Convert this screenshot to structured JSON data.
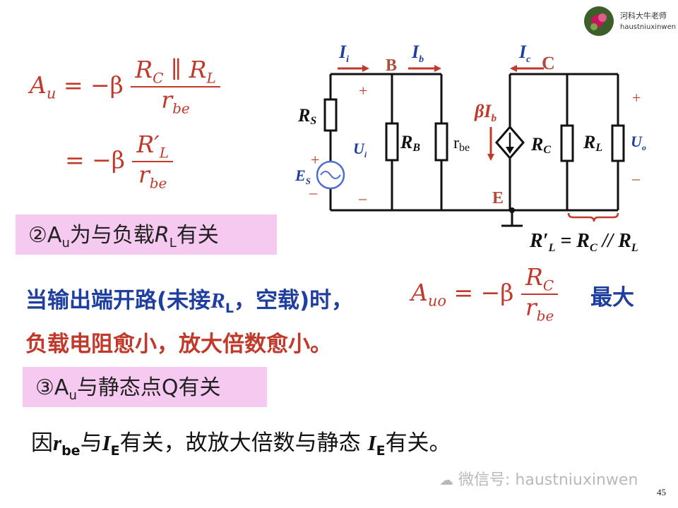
{
  "logo": {
    "line1": "河科大牛老师",
    "line2": "haustniuxinwen"
  },
  "formula1": {
    "lhs": "A",
    "lhs_sub": "u",
    "eq": " = −β ",
    "num": "R",
    "num_sub1": "C",
    "num_mid": " ∥ R",
    "num_sub2": "L",
    "den": "r",
    "den_sub": "be"
  },
  "formula2": {
    "eq": "= −β ",
    "num": "R′",
    "num_sub": "L",
    "den": "r",
    "den_sub": "be"
  },
  "box2": {
    "circled": "②",
    "a": "A",
    "a_sub": "u",
    "text1": "为与负载",
    "r": "R",
    "r_sub": "L",
    "text2": "有关"
  },
  "open_circuit": {
    "text1": "当输出端开路(未接",
    "r": "R",
    "r_sub": "L",
    "text2": "，空载)时，",
    "lhs": "A",
    "lhs_sub": "uo",
    "eq": " = −β ",
    "num": "R",
    "num_sub": "C",
    "den": "r",
    "den_sub": "be",
    "suffix": "最大"
  },
  "load_sentence": "负载电阻愈小，放大倍数愈小。",
  "box3": {
    "circled": "③",
    "a": "A",
    "a_sub": "u",
    "text": "与静态点Q有关"
  },
  "final": {
    "t1": "因",
    "r": "r",
    "r_sub": "be",
    "t2": "与",
    "i": "I",
    "i_sub": "E",
    "t3": "有关，故放大倍数与静态 ",
    "i2": "I",
    "i2_sub": "E",
    "t4": "有关。"
  },
  "circuit": {
    "ii": "I",
    "ii_sub": "i",
    "node_b": "B",
    "ib": "I",
    "ib_sub": "b",
    "ic": "I",
    "ic_sub": "c",
    "node_c": "C",
    "rs": "R",
    "rs_sub": "S",
    "ui": "U",
    "ui_sub": "i",
    "rb": "R",
    "rb_sub": "B",
    "rbe": "r",
    "rbe_sub": "be",
    "beta_ib": "βI",
    "beta_ib_sub": "b",
    "rc": "R",
    "rc_sub": "C",
    "rl": "R",
    "rl_sub": "L",
    "uo": "U",
    "uo_sub": "o",
    "es": "E",
    "es_sub": "S",
    "node_e": "E",
    "plus": "+",
    "minus": "–",
    "rl_prime": "R′",
    "rl_prime_sub": "L",
    "eq_text": " = R",
    "eq_sub_c": "C",
    "par_text": " // R",
    "par_sub_l": "L"
  },
  "watermark": "微信号: haustniuxinwen",
  "page_number": "45",
  "colors": {
    "red": "#c0392b",
    "blue": "#1f3fa0",
    "box_bg": "#f6c9f0",
    "node_label": "#b04a3a",
    "circuit_green": "#5d8a2f"
  }
}
